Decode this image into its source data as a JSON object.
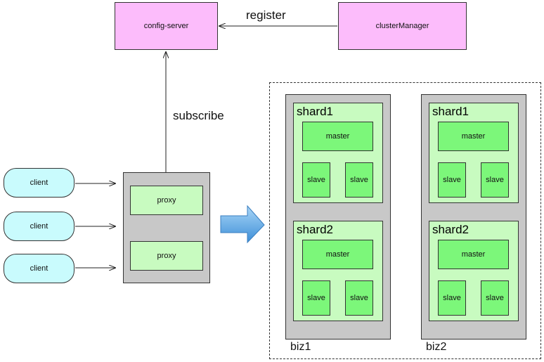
{
  "config_server": {
    "label": "config-server"
  },
  "cluster_manager": {
    "label": "clusterManager"
  },
  "edges": {
    "register": "register",
    "subscribe": "subscribe"
  },
  "clients": [
    {
      "label": "client"
    },
    {
      "label": "client"
    },
    {
      "label": "client"
    }
  ],
  "proxies": [
    {
      "label": "proxy"
    },
    {
      "label": "proxy"
    }
  ],
  "bizs": [
    {
      "label": "biz1",
      "shards": [
        {
          "title": "shard1",
          "master": "master",
          "slaves": [
            "slave",
            "slave"
          ]
        },
        {
          "title": "shard2",
          "master": "master",
          "slaves": [
            "slave",
            "slave"
          ]
        }
      ]
    },
    {
      "label": "biz2",
      "shards": [
        {
          "title": "shard1",
          "master": "master",
          "slaves": [
            "slave",
            "slave"
          ]
        },
        {
          "title": "shard2",
          "master": "master",
          "slaves": [
            "slave",
            "slave"
          ]
        }
      ]
    }
  ]
}
